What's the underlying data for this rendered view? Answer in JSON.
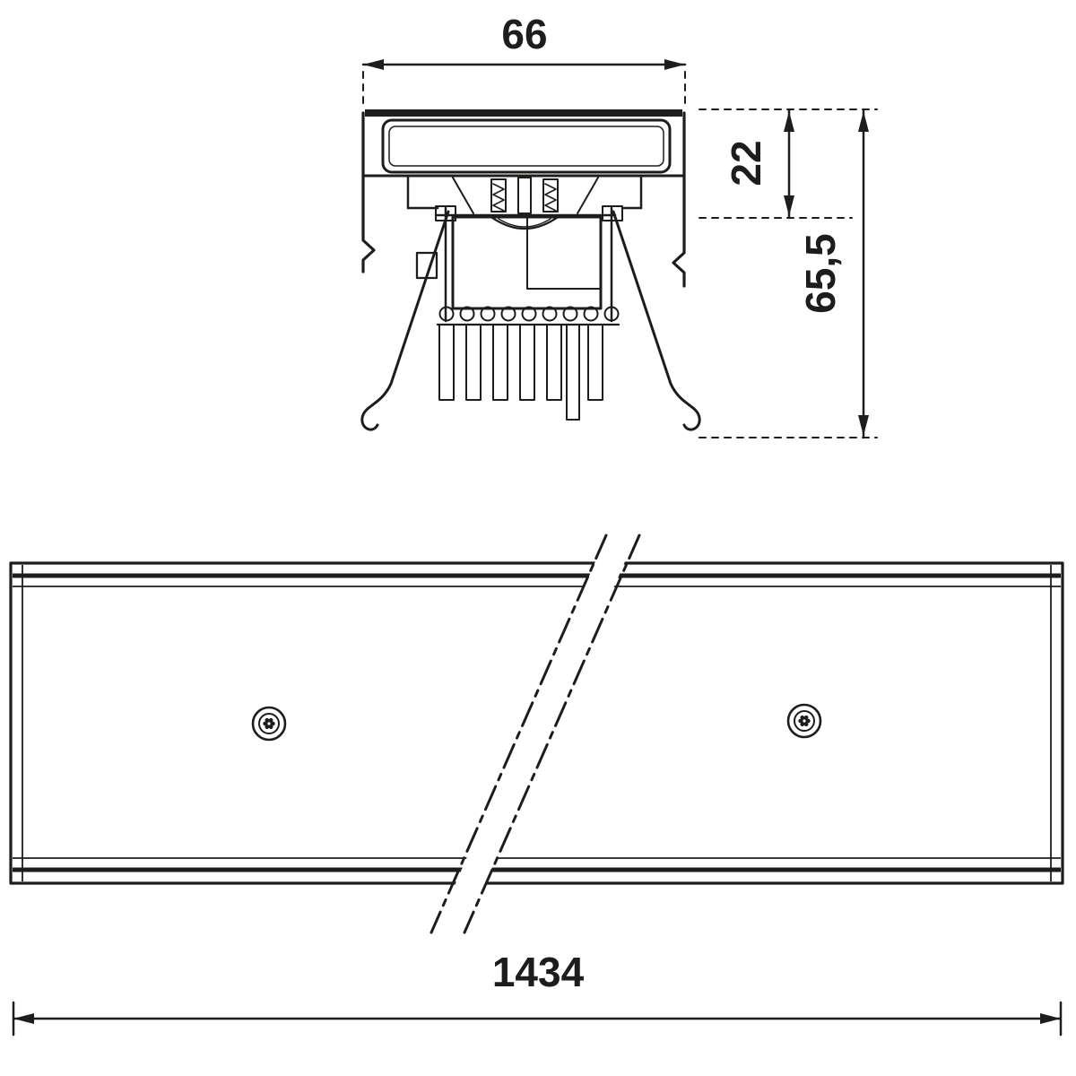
{
  "drawing": {
    "type": "technical-dimension-drawing",
    "views": {
      "top": "profile cross-section with mounting springs",
      "bottom": "profile elevation with break lines and two torx screws"
    },
    "dimensions": {
      "width": "66",
      "recess_depth": "22",
      "total_height": "65,5",
      "length": "1434"
    },
    "colors": {
      "line": "#1d1d1b",
      "background": "#ffffff"
    }
  }
}
